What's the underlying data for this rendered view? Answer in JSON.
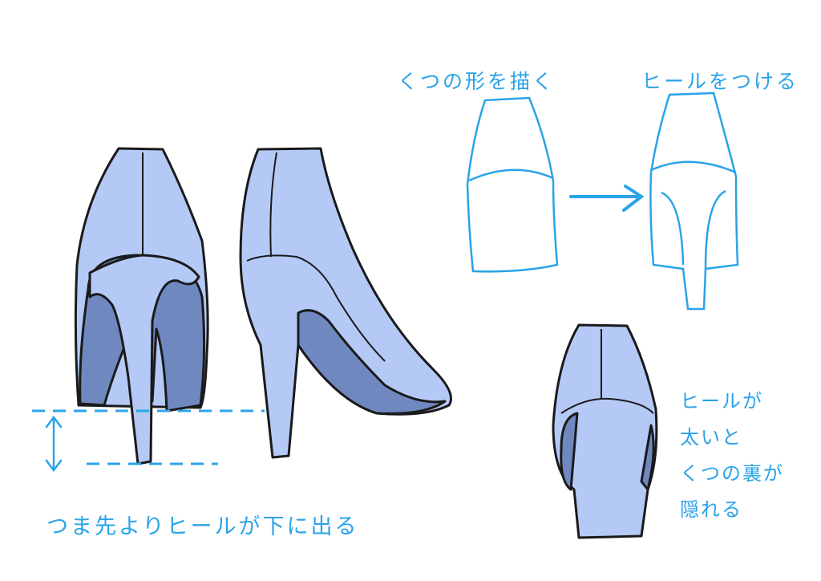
{
  "labels": {
    "draw_shoe_shape": "くつの形を描く",
    "attach_heel": "ヒールをつける",
    "heel_below_toe": "つま先よりヒールが下に出る",
    "thick_heel_note": [
      "ヒールが",
      "太いと",
      "くつの裏が",
      "隠れる"
    ]
  },
  "colors": {
    "shoe_fill": "#b4c9f6",
    "sole_fill": "#7088c0",
    "annotation": "#2aa3e8",
    "outline": "#1a1a1a"
  }
}
